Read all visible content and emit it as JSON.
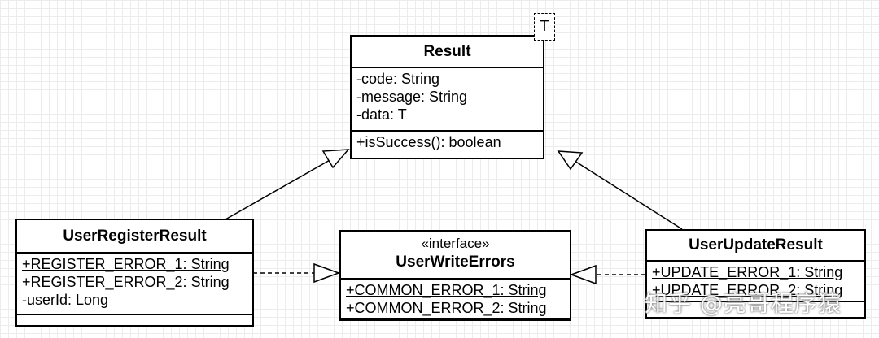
{
  "classes": {
    "result": {
      "name": "Result",
      "type_param": "T",
      "attributes": [
        "-code: String",
        "-message: String",
        "-data: T"
      ],
      "methods": [
        "+isSuccess(): boolean"
      ]
    },
    "user_register_result": {
      "name": "UserRegisterResult",
      "attributes": [
        "+REGISTER_ERROR_1: String",
        "+REGISTER_ERROR_2: String",
        "-userId: Long"
      ]
    },
    "user_write_errors": {
      "stereotype": "«interface»",
      "name": "UserWriteErrors",
      "attributes": [
        "+COMMON_ERROR_1: String",
        "+COMMON_ERROR_2: String"
      ]
    },
    "user_update_result": {
      "name": "UserUpdateResult",
      "attributes": [
        "+UPDATE_ERROR_1: String",
        "+UPDATE_ERROR_2: String"
      ]
    }
  },
  "watermark": "知乎 @亮哥程序猿"
}
